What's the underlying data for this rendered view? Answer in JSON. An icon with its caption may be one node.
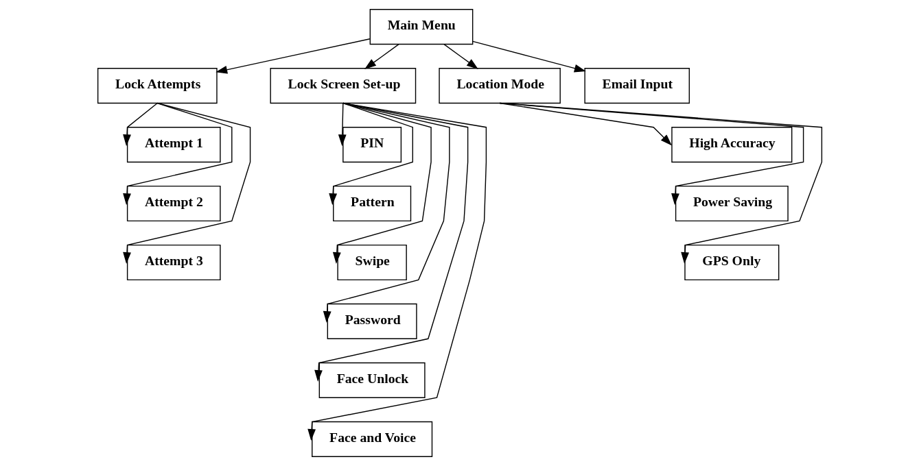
{
  "diagram": {
    "nodes": [
      {
        "text": [
          "Main Menu"
        ]
      },
      {
        "text": [
          "Lock Attempts"
        ]
      },
      {
        "text": [
          "Lock Screen Set-up"
        ]
      },
      {
        "text": [
          "Location Mode"
        ]
      },
      {
        "text": [
          "Email Input"
        ]
      },
      {
        "text": [
          "Attempt 1"
        ]
      },
      {
        "text": [
          "Attempt 2"
        ]
      },
      {
        "text": [
          "Attempt 3"
        ]
      },
      {
        "text": [
          "PIN"
        ]
      },
      {
        "text": [
          "Pattern"
        ]
      },
      {
        "text": [
          "Swipe"
        ]
      },
      {
        "text": [
          "Password"
        ]
      },
      {
        "text": [
          "Face Unlock"
        ]
      },
      {
        "text": [
          "Face and Voice"
        ]
      },
      {
        "text": [
          "High Accuracy"
        ]
      },
      {
        "text": [
          "Power Saving"
        ]
      },
      {
        "text": [
          "GPS Only"
        ]
      }
    ],
    "edges": [
      {
        "from": 0,
        "to": 1,
        "arrow": "to"
      },
      {
        "from": 0,
        "to": 2,
        "arrow": "to"
      },
      {
        "from": 0,
        "to": 3,
        "arrow": "to"
      },
      {
        "from": 0,
        "to": 4,
        "arrow": "to"
      },
      {
        "from": 1,
        "to": 5,
        "arrow": "to"
      },
      {
        "from": 1,
        "to": 6,
        "arrow": "to"
      },
      {
        "from": 1,
        "to": 7,
        "arrow": "to"
      },
      {
        "from": 2,
        "to": 8,
        "arrow": "to"
      },
      {
        "from": 2,
        "to": 9,
        "arrow": "to"
      },
      {
        "from": 2,
        "to": 10,
        "arrow": "to"
      },
      {
        "from": 2,
        "to": 11,
        "arrow": "to"
      },
      {
        "from": 2,
        "to": 12,
        "arrow": "to"
      },
      {
        "from": 2,
        "to": 13,
        "arrow": "to"
      },
      {
        "from": 3,
        "to": 14,
        "arrow": "to"
      },
      {
        "from": 3,
        "to": 15,
        "arrow": "to"
      },
      {
        "from": 3,
        "to": 16,
        "arrow": "to"
      }
    ]
  }
}
